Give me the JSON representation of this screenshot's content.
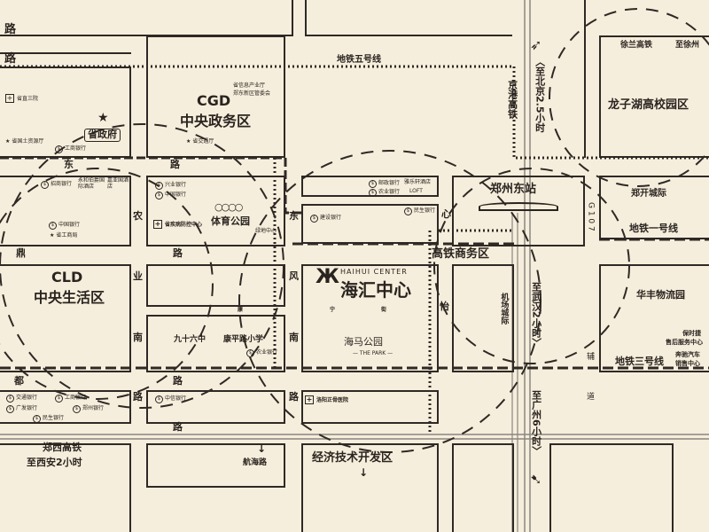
{
  "roads": {
    "top": "路",
    "r1": "路",
    "dong": "东",
    "dong_lu": "路",
    "nong": "农",
    "dong2": "东",
    "feng": "风",
    "xin": "心",
    "yi": "怡",
    "ding": "鼎",
    "ding_lu": "路",
    "ye": "业",
    "nan": "南",
    "kang": "康",
    "ning": "宁",
    "jie": "街",
    "du": "都",
    "du_lu": "路",
    "lu_a": "路",
    "lu_b": "路",
    "lu_c": "路",
    "nan2": "南",
    "g107": "G 1 0 7",
    "fu": "辅",
    "dao": "道"
  },
  "districts": {
    "cgd_en": "CGD",
    "cgd_cn": "中央政务区",
    "cld_en": "CLD",
    "cld_cn": "中央生活区",
    "longzi": "龙子湖高校园区",
    "gaotie": "高铁商务区",
    "jingji": "经济技术开发区",
    "huafeng": "华丰物流园"
  },
  "landmarks": {
    "shengzhengfu": "省政府",
    "zhengzhou_east": "郑州东站",
    "haihui_en": "HAIHUI CENTER",
    "haihui_cn": "海汇中心",
    "park_cn": "海马公园",
    "park_en": "— THE PARK —",
    "tiyu": "体育公园",
    "ninety_six": "九十六中",
    "kangping": "康平路小学",
    "hanghai": "航海路"
  },
  "metro": {
    "line5": "地铁五号线",
    "line1": "地铁一号线",
    "line3": "地铁三号线"
  },
  "rail": {
    "jinggang": "京港高铁",
    "to_beijing": "〈至北京2.5小时",
    "to_wuhan": "至武汉2小时〉",
    "to_guangzhou": "至广州6小时〉",
    "xulan": "徐兰高铁",
    "to_xuzhou": "至徐州",
    "zhengxi": "郑西高铁",
    "to_xian": "至西安2小时",
    "jichang": "机场城际",
    "zhengkai": "郑开城际"
  },
  "pois": {
    "shengzhi": "省直三院",
    "guotu": "省国土资源厅",
    "icbc1": "工商银行",
    "xinxi": "省信息产业厅",
    "zhengdong": "郑东新区管委会",
    "jiaotong": "省交通厅",
    "cmb": "招商银行",
    "yongheng": "永和伯爵国际酒店",
    "jiayeng": "嘉亚国酒店",
    "boc1": "中国银行",
    "gongshang_ju": "省工商局",
    "cib": "兴业银行",
    "boc2": "中国银行",
    "jikong": "省疾病防控中心",
    "qingdi": "绿地中心",
    "psbc": "邮政银行",
    "jianle": "雅乐轩酒店",
    "abc1": "农业银行",
    "loft": "LOFT",
    "ccb": "建设银行",
    "cmbc1": "民生银行",
    "abc2": "农业银行",
    "bocom": "交通银行",
    "icbc2": "工商银行",
    "cgb": "广发银行",
    "zzbank": "郑州银行",
    "cmbc2": "民生银行",
    "citic": "中信银行",
    "hospital": "洛阳正骨医院",
    "porsche1": "保时捷",
    "porsche2": "售后服务中心",
    "benz1": "奔驰汽车",
    "benz2": "销售中心"
  }
}
